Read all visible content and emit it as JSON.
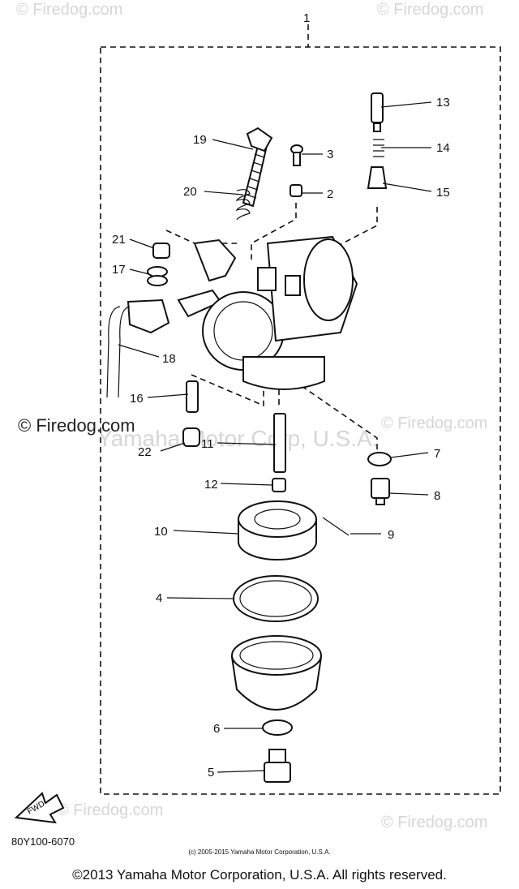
{
  "watermarks": {
    "main": "© Firedog.com",
    "faint": "© Firedog.com",
    "corp": "Yamaha Motor Corp, U.S.A."
  },
  "callouts": [
    "1",
    "2",
    "3",
    "4",
    "5",
    "6",
    "7",
    "8",
    "9",
    "10",
    "11",
    "12",
    "13",
    "14",
    "15",
    "16",
    "17",
    "18",
    "19",
    "20",
    "21",
    "22"
  ],
  "labels": {
    "fwd": "FWD",
    "part_code": "80Y100-6070",
    "small_copyright": "(c) 2005-2015 Yamaha Motor Corporation, U.S.A.",
    "copyright": "©2013 Yamaha Motor Corporation, U.S.A. All rights reserved."
  }
}
